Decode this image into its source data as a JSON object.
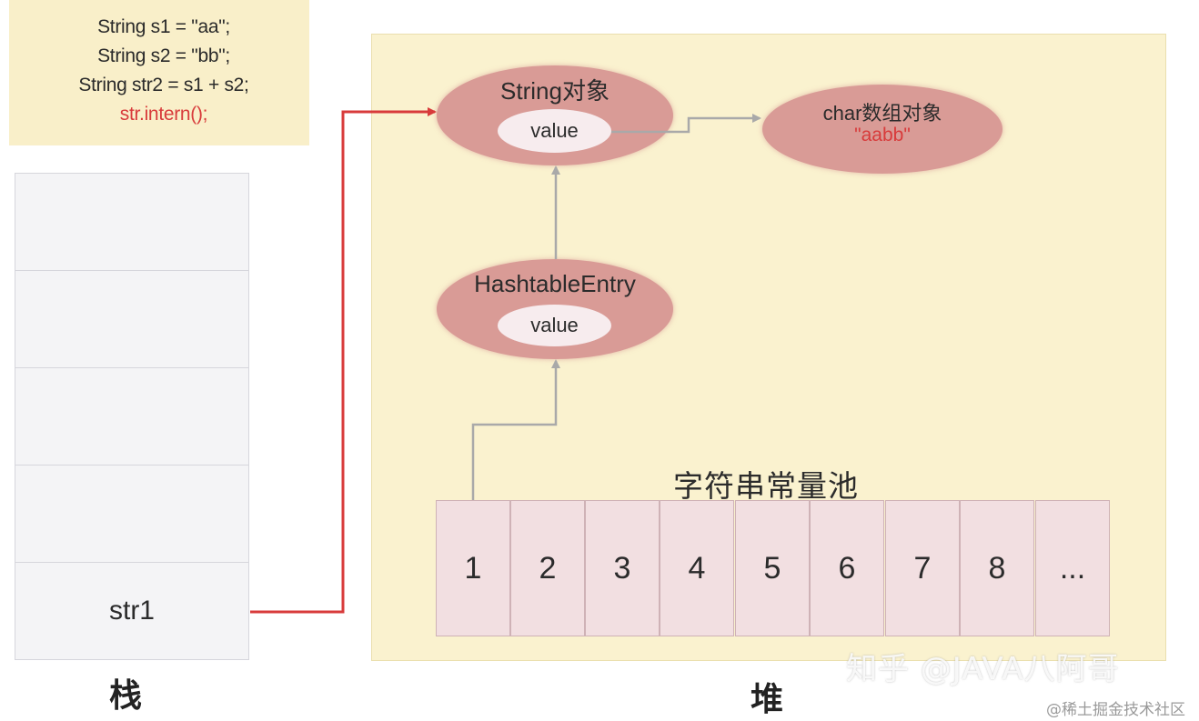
{
  "code": {
    "lines": [
      "String s1 = \"aa\";",
      "String s2 = \"bb\";",
      "String str2 = s1 + s2;"
    ],
    "highlight_line": "str.intern();"
  },
  "stack": {
    "label": "栈",
    "cells": [
      "",
      "",
      "",
      "",
      "str1"
    ]
  },
  "heap": {
    "label": "堆",
    "string_object": {
      "title": "String对象",
      "field": "value"
    },
    "char_array": {
      "title": "char数组对象",
      "value": "\"aabb\""
    },
    "hashtable_entry": {
      "title": "HashtableEntry",
      "field": "value"
    },
    "pool": {
      "title": "字符串常量池",
      "cells": [
        "1",
        "2",
        "3",
        "4",
        "5",
        "6",
        "7",
        "8",
        "..."
      ]
    }
  },
  "colors": {
    "code_bg": "#f9efc9",
    "heap_bg": "#faf2cf",
    "ellipse": "#d99b96",
    "highlight": "#d83b3b",
    "gray_arrow": "#a9a9a9"
  },
  "watermark": "知乎 @JAVA八阿哥",
  "site_mark": "@稀土掘金技术社区"
}
